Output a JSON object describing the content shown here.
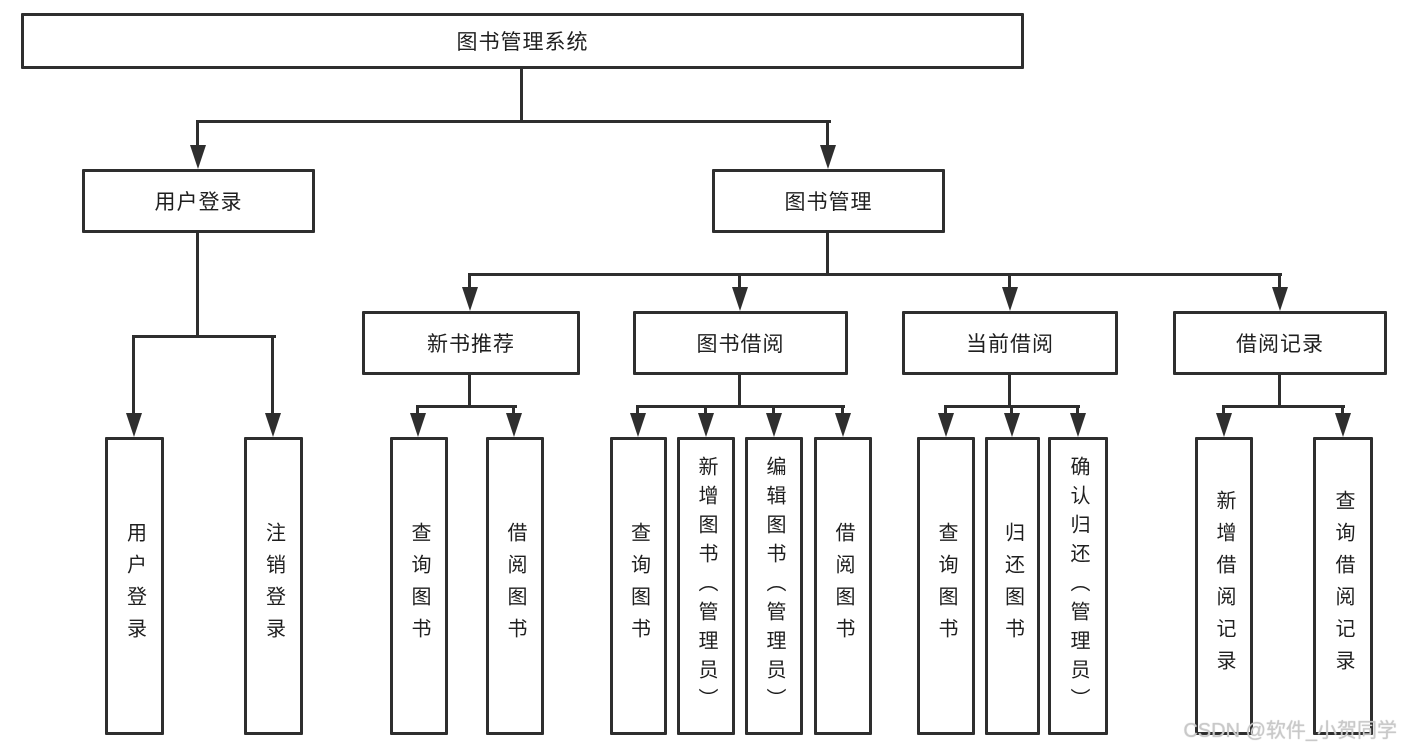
{
  "colors": {
    "line": "#2e2e2e",
    "text": "#1f1f1f",
    "background": "#ffffff",
    "watermark": "#c9c9c9"
  },
  "watermark": {
    "text": "CSDN @软件_小贺同学"
  },
  "diagram": {
    "root": {
      "label": "图书管理系统"
    },
    "level2": [
      {
        "label": "用户登录"
      },
      {
        "label": "图书管理"
      }
    ],
    "level3": [
      {
        "label": "新书推荐"
      },
      {
        "label": "图书借阅"
      },
      {
        "label": "当前借阅"
      },
      {
        "label": "借阅记录"
      }
    ],
    "leaves": {
      "user_login": [
        {
          "label": "用户登录"
        },
        {
          "label": "注销登录"
        }
      ],
      "new_book": [
        {
          "label": "查询图书"
        },
        {
          "label": "借阅图书"
        }
      ],
      "book_borrow": [
        {
          "label": "查询图书"
        },
        {
          "label": "新增图书（管理员）"
        },
        {
          "label": "编辑图书（管理员）"
        },
        {
          "label": "借阅图书"
        }
      ],
      "current_borrow": [
        {
          "label": "查询图书"
        },
        {
          "label": "归还图书"
        },
        {
          "label": "确认归还（管理员）"
        }
      ],
      "borrow_records": [
        {
          "label": "新增借阅记录"
        },
        {
          "label": "查询借阅记录"
        }
      ]
    }
  }
}
